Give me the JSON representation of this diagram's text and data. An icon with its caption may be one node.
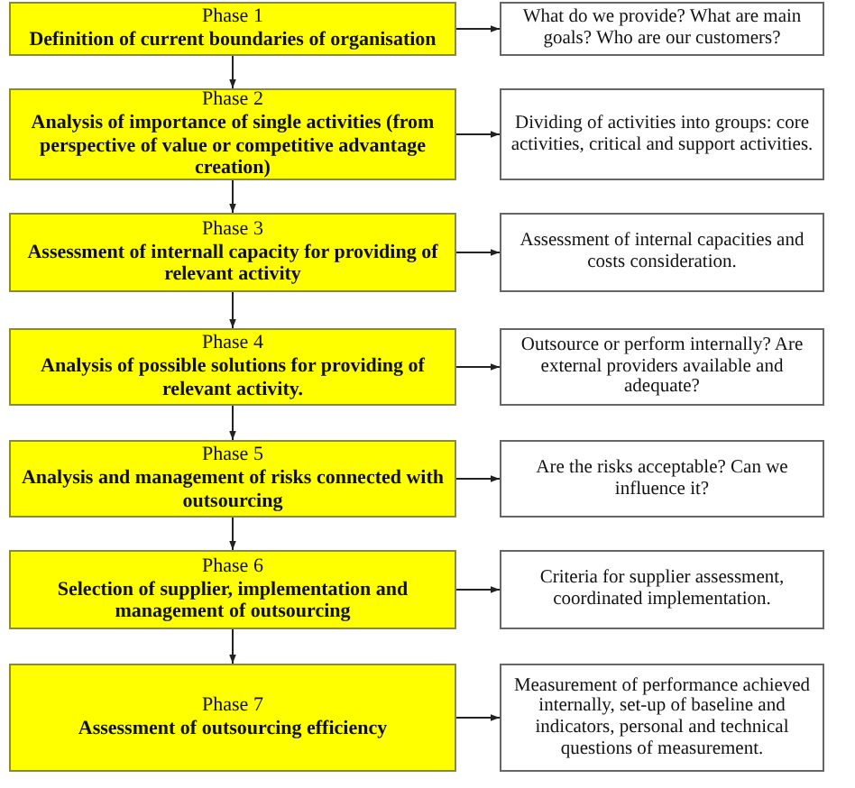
{
  "diagram": {
    "nodes": [
      {
        "text": [
          "Phase 1",
          "Definition of current boundaries of organisation"
        ]
      },
      {
        "text": [
          "What do we provide? What are main goals? Who are our customers?"
        ]
      },
      {
        "text": [
          "Phase 2",
          "Analysis of importance of single activities (from perspective of value or competitive advantage creation)"
        ]
      },
      {
        "text": [
          "Dividing of activities into groups: core activities, critical and support activities."
        ]
      },
      {
        "text": [
          "Phase 3",
          "Assessment of internall capacity for providing of relevant activity"
        ]
      },
      {
        "text": [
          "Assessment of internal capacities and costs consideration."
        ]
      },
      {
        "text": [
          "Phase 4",
          "Analysis of possible solutions for providing of relevant activity."
        ]
      },
      {
        "text": [
          "Outsource or perform internally? Are external providers available and adequate?"
        ]
      },
      {
        "text": [
          "Phase 5",
          "Analysis and management of risks connected with outsourcing"
        ]
      },
      {
        "text": [
          "Are the risks acceptable? Can we influence it?"
        ]
      },
      {
        "text": [
          "Phase 6",
          "Selection of supplier, implementation and management of outsourcing"
        ]
      },
      {
        "text": [
          "Criteria for supplier assessment, coordinated implementation."
        ]
      },
      {
        "text": [
          "Phase 7",
          "Assessment of outsourcing efficiency"
        ]
      },
      {
        "text": [
          "Measurement of performance achieved internally, set-up of baseline and indicators, personal and technical questions of measurement."
        ]
      }
    ],
    "edges": [
      {
        "from": 0,
        "to": 1,
        "arrow": "to"
      },
      {
        "from": 0,
        "to": 2,
        "arrow": "to"
      },
      {
        "from": 2,
        "to": 3,
        "arrow": "to"
      },
      {
        "from": 2,
        "to": 4,
        "arrow": "to"
      },
      {
        "from": 4,
        "to": 5,
        "arrow": "to"
      },
      {
        "from": 4,
        "to": 6,
        "arrow": "to"
      },
      {
        "from": 6,
        "to": 7,
        "arrow": "to"
      },
      {
        "from": 6,
        "to": 8,
        "arrow": "to"
      },
      {
        "from": 8,
        "to": 9,
        "arrow": "to"
      },
      {
        "from": 8,
        "to": 10,
        "arrow": "to"
      },
      {
        "from": 10,
        "to": 11,
        "arrow": "to"
      },
      {
        "from": 10,
        "to": 12,
        "arrow": "to"
      },
      {
        "from": 12,
        "to": 13,
        "arrow": "to"
      }
    ]
  }
}
